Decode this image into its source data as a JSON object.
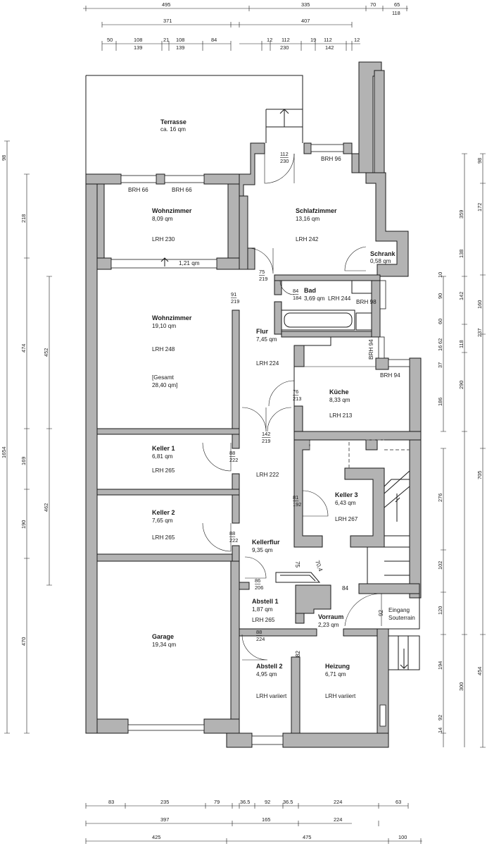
{
  "rooms": [
    {
      "id": "terrasse",
      "name": "Terrasse",
      "area": "ca. 16 qm",
      "lrh": ""
    },
    {
      "id": "wohn1",
      "name": "Wohnzimmer",
      "area": "8,09 qm",
      "lrh": "LRH 230"
    },
    {
      "id": "schlaf",
      "name": "Schlafzimmer",
      "area": "13,16 qm",
      "lrh": "LRH 242"
    },
    {
      "id": "schrank",
      "name": "Schrank",
      "area": "0,58 qm",
      "lrh": ""
    },
    {
      "id": "bad",
      "name": "Bad",
      "area": "3,69 qm",
      "lrh": "LRH 244"
    },
    {
      "id": "wohn2",
      "name": "Wohnzimmer",
      "area": "19,10 qm",
      "lrh": "LRH 248"
    },
    {
      "id": "flur",
      "name": "Flur",
      "area": "7,45 qm",
      "lrh": "LRH 224"
    },
    {
      "id": "kueche",
      "name": "Küche",
      "area": "8,33 qm",
      "lrh": "LRH 213"
    },
    {
      "id": "keller1",
      "name": "Keller 1",
      "area": "6,81 qm",
      "lrh": "LRH 265"
    },
    {
      "id": "keller3",
      "name": "Keller 3",
      "area": "6,43 qm",
      "lrh": "LRH 267"
    },
    {
      "id": "keller2",
      "name": "Keller 2",
      "area": "7,65 qm",
      "lrh": "LRH 265"
    },
    {
      "id": "kellerflur",
      "name": "Kellerflur",
      "area": "9,35 qm",
      "lrh": "LRH 222"
    },
    {
      "id": "abstell1",
      "name": "Abstell 1",
      "area": "1,87 qm",
      "lrh": "LRH 265"
    },
    {
      "id": "vorraum",
      "name": "Vorraum",
      "area": "2,23 qm",
      "lrh": ""
    },
    {
      "id": "garage",
      "name": "Garage",
      "area": "19,34 qm",
      "lrh": ""
    },
    {
      "id": "abstell2",
      "name": "Abstell 2",
      "area": "4,95 qm",
      "lrh": "LRH variiert"
    },
    {
      "id": "heizung",
      "name": "Heizung",
      "area": "6,71 qm",
      "lrh": "LRH variiert"
    }
  ],
  "gesamt": {
    "label": "[Gesamt",
    "value": "28,40 qm]"
  },
  "eingang": {
    "line1": "Eingang",
    "line2": "Souterrain"
  },
  "labels": {
    "brh66a": "BRH 66",
    "brh66b": "BRH 66",
    "brh96": "BRH 96",
    "brh98": "BRH 98",
    "brh94a": "BRH 94",
    "brh94b": "BRH 94",
    "window121": "1,21 qm"
  },
  "doors": [
    {
      "id": "d-schlaf",
      "top": "112",
      "bottom": "230"
    },
    {
      "id": "d-flur-schlaf",
      "top": "75",
      "bottom": "219"
    },
    {
      "id": "d-bad",
      "top": "84",
      "bottom": "184"
    },
    {
      "id": "d-wohn2",
      "top": "91",
      "bottom": "219"
    },
    {
      "id": "d-kueche",
      "top": "76",
      "bottom": "213"
    },
    {
      "id": "d-flur-keller",
      "top": "142",
      "bottom": "219"
    },
    {
      "id": "d-keller1",
      "top": "88",
      "bottom": "222"
    },
    {
      "id": "d-keller3",
      "top": "81",
      "bottom": "192"
    },
    {
      "id": "d-keller2",
      "top": "88",
      "bottom": "222"
    },
    {
      "id": "d-abstell1",
      "top": "86",
      "bottom": "206"
    },
    {
      "id": "d-abstell2",
      "top": "88",
      "bottom": "224"
    }
  ],
  "misc": {
    "stairA": "75",
    "stairB": "70,4",
    "m84": "84",
    "m92": "92",
    "m82": "82"
  },
  "dims_top": {
    "row1": [
      "495",
      "335",
      "70",
      "65"
    ],
    "row1b": [
      "118"
    ],
    "row2": [
      "371",
      "407"
    ],
    "row3": [
      "50",
      "108",
      "21",
      "108",
      "84",
      "12",
      "112",
      "19",
      "112",
      "12"
    ],
    "row4": [
      "139",
      "139",
      "230",
      "142"
    ]
  },
  "dims_bottom": {
    "row1": [
      "83",
      "235",
      "79",
      "36.5",
      "92",
      "36.5",
      "224",
      "63"
    ],
    "row2": [
      "397",
      "165",
      "224"
    ],
    "row3": [
      "425",
      "475",
      "100"
    ]
  },
  "dims_left": {
    "outer": [
      "98",
      "218",
      "474",
      "169",
      "190",
      "470"
    ],
    "inner": [
      "452",
      "462"
    ],
    "total": "1654"
  },
  "dims_right": {
    "inner": [
      "10",
      "90",
      "60",
      "62",
      "16",
      "37",
      "186",
      "276",
      "102",
      "120",
      "194",
      "92",
      "14"
    ],
    "mid": [
      "359",
      "138",
      "142",
      "118",
      "290",
      "300"
    ],
    "outer": [
      "98",
      "172",
      "160",
      "237",
      "705",
      "454"
    ]
  }
}
